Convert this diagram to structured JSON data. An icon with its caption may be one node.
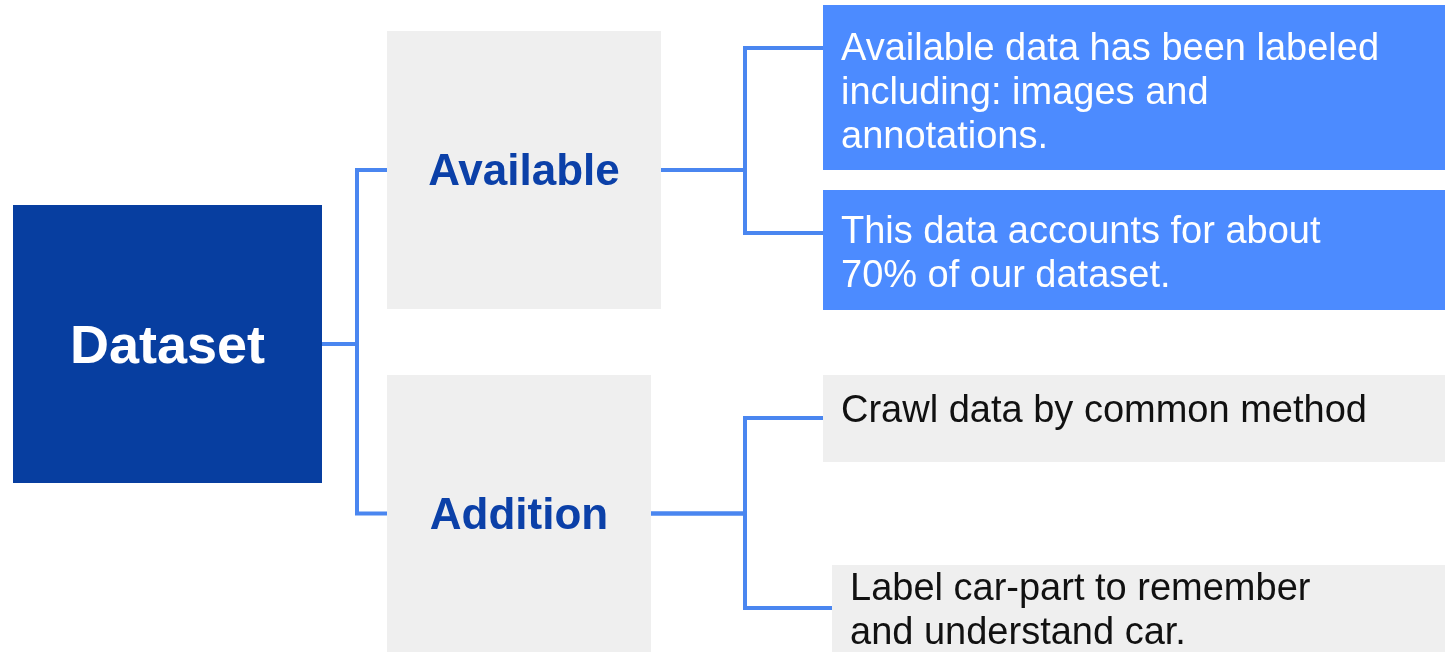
{
  "diagram": {
    "nodes": [
      {
        "text": [
          "Dataset"
        ]
      },
      {
        "text": [
          "Available"
        ]
      },
      {
        "text": [
          "Addition"
        ]
      },
      {
        "text": [
          "Available data has been labeled including: images and annotations."
        ]
      },
      {
        "text": [
          "This data accounts for about 70% of our dataset."
        ]
      },
      {
        "text": [
          "Crawl data by common method"
        ]
      },
      {
        "text": [
          "Label car-part to remember and understand car."
        ]
      }
    ],
    "edges": [
      {
        "from": 0,
        "to": 1,
        "arrow": "none"
      },
      {
        "from": 0,
        "to": 2,
        "arrow": "none"
      },
      {
        "from": 1,
        "to": 3,
        "arrow": "none"
      },
      {
        "from": 1,
        "to": 4,
        "arrow": "none"
      },
      {
        "from": 2,
        "to": 5,
        "arrow": "none"
      },
      {
        "from": 2,
        "to": 6,
        "arrow": "none"
      }
    ]
  }
}
